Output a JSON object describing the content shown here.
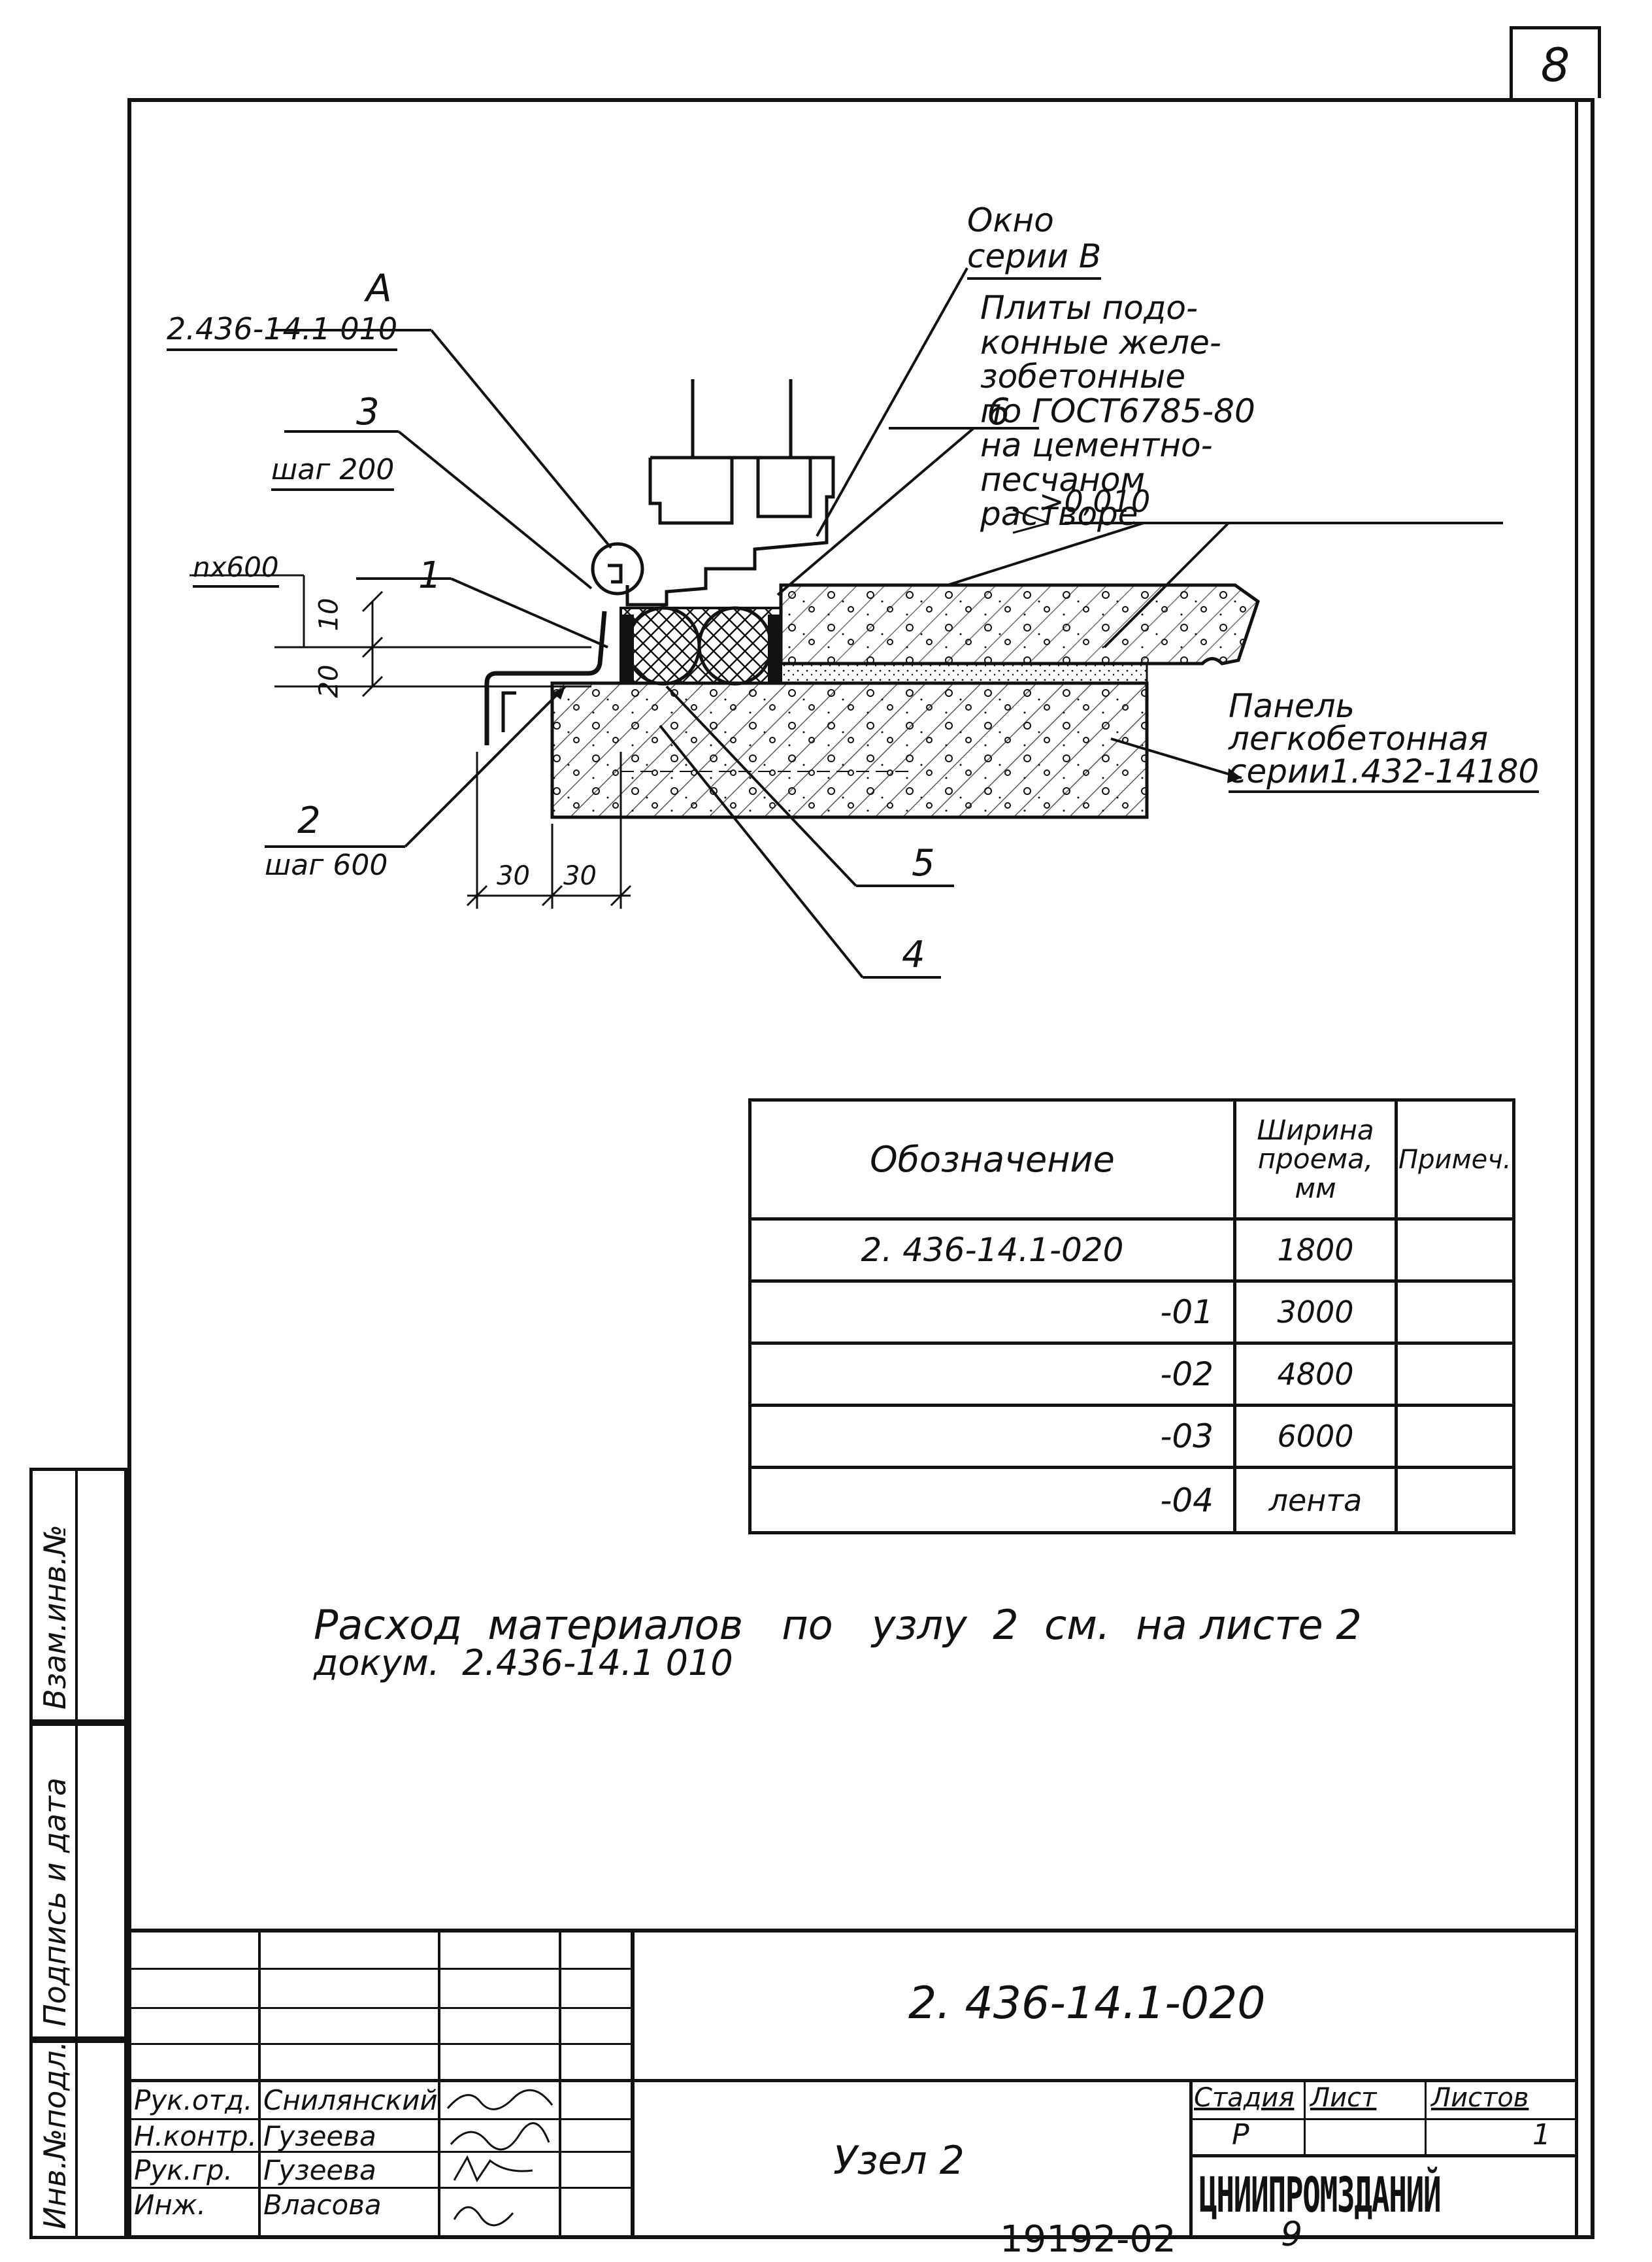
{
  "sheet_number": "8",
  "drawing": {
    "label_window": [
      "Окно",
      "серии В"
    ],
    "label_A": "А",
    "label_A_ref": "2.436-14.1  010",
    "label_3": "3",
    "label_3_step": "шаг 200",
    "label_nx600": "nх600",
    "label_1": "1",
    "label_6": "6",
    "label_slope": "0,010",
    "label_plates": [
      "Плиты подо-",
      "конные желе-",
      "зобетонные",
      "по ГОСТ6785-80",
      "на цементно-",
      "песчаном",
      "растворе"
    ],
    "dim_10": "10",
    "dim_20": "20",
    "label_panel": [
      "Панель",
      "легкобетонная",
      "серии1.432-14180"
    ],
    "label_2": "2",
    "label_2_step": "шаг 600",
    "dim_30_a": "30",
    "dim_30_b": "30",
    "label_5": "5",
    "label_4": "4"
  },
  "spec_table": {
    "headers": [
      "Обозначение",
      "Ширина проема, мм",
      "Примеч."
    ],
    "rows": [
      [
        "2. 436-14.1-020",
        "1800",
        ""
      ],
      [
        "-01",
        "3000",
        ""
      ],
      [
        "-02",
        "4800",
        ""
      ],
      [
        "-03",
        "6000",
        ""
      ],
      [
        "-04",
        "лента",
        ""
      ]
    ]
  },
  "note": {
    "line1": "Расход  материалов   по   узлу  2  см.  на листе 2",
    "line2": "докум.  2.436-14.1 010"
  },
  "side_stamp": {
    "inv_podl": "Инв.№подл.",
    "podp_data": "Подпись и дата",
    "vzam": "Взам.инв.№"
  },
  "title_block": {
    "doc_code": "2. 436-14.1-020",
    "title": "Узел 2",
    "roles": [
      "Рук.отд.",
      "Н.контр.",
      "Рук.гр.",
      "Инж."
    ],
    "names": [
      "Снилянский",
      "Гузеева",
      "Гузеева",
      "Власова"
    ],
    "stage_header": "Стадия",
    "sheet_header": "Лист",
    "sheets_header": "Листов",
    "stage_value": "Р",
    "sheet_value": "",
    "sheets_value": "1",
    "organization": "ЦНИИПРОМЗДАНИЙ"
  },
  "footer": {
    "archive_no": "19192-02",
    "page": "9"
  }
}
